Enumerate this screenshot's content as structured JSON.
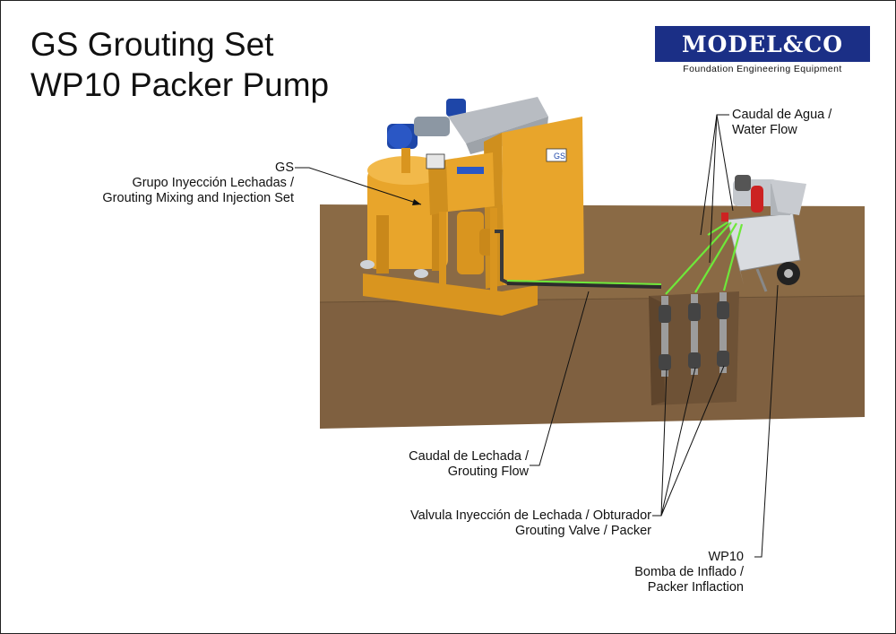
{
  "title": {
    "line1": "GS Grouting Set",
    "line2": "WP10 Packer Pump"
  },
  "logo": {
    "name": "MODEL&CO",
    "tagline": "Foundation Engineering Equipment",
    "brand_color": "#1b2f86"
  },
  "labels": {
    "gs": {
      "line1": "GS",
      "line2": "Grupo Inyección Lechadas /",
      "line3": "Grouting Mixing and Injection Set"
    },
    "water_flow": {
      "line1": "Caudal de Agua /",
      "line2": "Water Flow"
    },
    "grouting_flow": {
      "line1": "Caudal de Lechada /",
      "line2": "Grouting Flow"
    },
    "valve": {
      "line1": "Valvula Inyección de Lechada / Obturador",
      "line2": "Grouting Valve / Packer"
    },
    "wp10": {
      "line1": "WP10",
      "line2": "Bomba de Inflado /",
      "line3": "Packer Inflaction"
    }
  },
  "equipment": {
    "mixer_plate": "GS"
  },
  "colors": {
    "ground": "#8a6a45",
    "equipment": "#e8a52b",
    "flow_line": "#6ee83a",
    "motor": "#1e46a8"
  }
}
